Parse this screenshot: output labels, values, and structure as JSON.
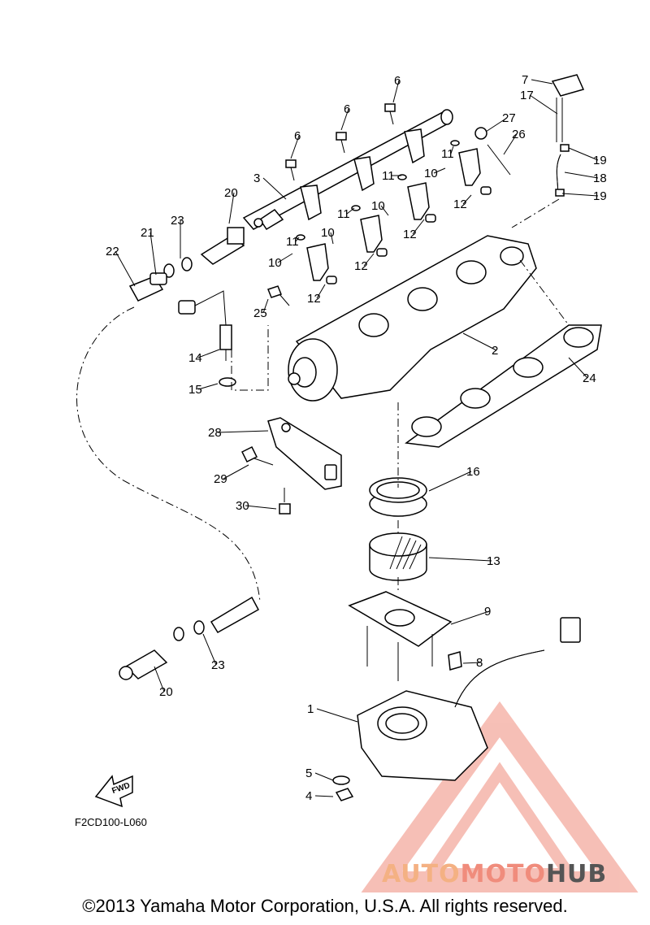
{
  "diagram_code": "F2CD100-L060",
  "copyright": "©2013 Yamaha Motor Corporation, U.S.A. All rights reserved.",
  "fwd_label": "FWD",
  "watermark": {
    "part1": "AUTO",
    "part2": "MOTO",
    "part3": "HUB"
  },
  "colors": {
    "line": "#000000",
    "watermark_orange": "#f4b183",
    "watermark_red": "#f08c7c",
    "watermark_gray": "#555555"
  },
  "callouts": [
    "7",
    "6",
    "6",
    "6",
    "17",
    "27",
    "26",
    "19",
    "18",
    "19",
    "3",
    "11",
    "11",
    "10",
    "11",
    "10",
    "20",
    "23",
    "10",
    "11",
    "12",
    "12",
    "21",
    "22",
    "10",
    "12",
    "12",
    "25",
    "2",
    "14",
    "15",
    "24",
    "28",
    "16",
    "29",
    "30",
    "13",
    "9",
    "8",
    "1",
    "5",
    "4",
    "23",
    "20"
  ]
}
